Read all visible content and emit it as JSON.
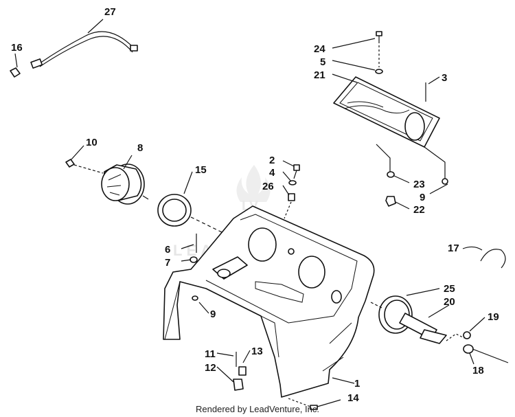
{
  "watermark": {
    "text": "LEADVENTURE",
    "logo_text": "LV",
    "color": "#e6e6e6"
  },
  "callouts": {
    "n1": "1",
    "n2": "2",
    "n3": "3",
    "n4": "4",
    "n5": "5",
    "n6": "6",
    "n7": "7",
    "n8": "8",
    "n9a": "9",
    "n9b": "9",
    "n10": "10",
    "n11": "11",
    "n12": "12",
    "n13": "13",
    "n14": "14",
    "n15": "15",
    "n16": "16",
    "n17": "17",
    "n18": "18",
    "n19": "19",
    "n20": "20",
    "n21": "21",
    "n22": "22",
    "n23": "23",
    "n24": "24",
    "n25": "25",
    "n26": "26",
    "n27": "27"
  },
  "footer": {
    "text": "Rendered by LeadVenture, Inc."
  }
}
